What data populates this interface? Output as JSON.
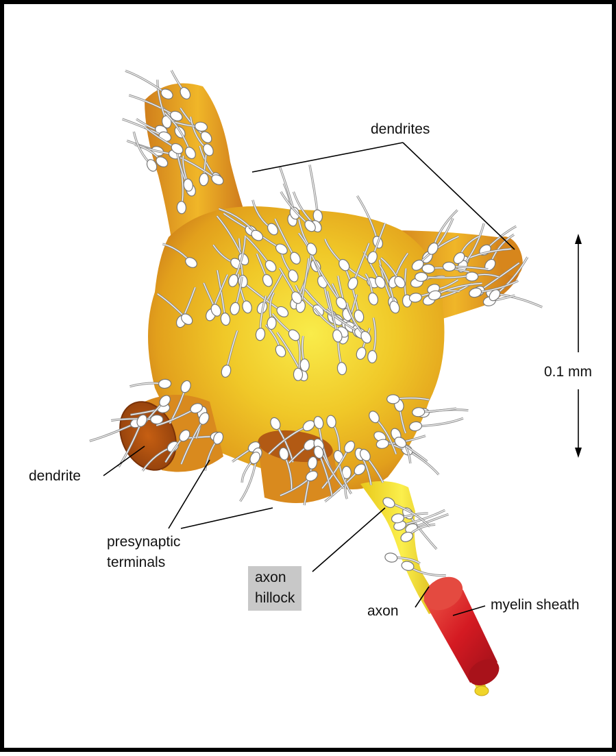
{
  "labels": {
    "dendrites": "dendrites",
    "dendrite": "dendrite",
    "presynaptic_line1": "presynaptic",
    "presynaptic_line2": "terminals",
    "axon_hillock_line1": "axon",
    "axon_hillock_line2": "hillock",
    "axon": "axon",
    "myelin_sheath": "myelin sheath",
    "scale": "0.1 mm"
  },
  "colors": {
    "cell_body": "#e9b21c",
    "cell_highlight": "#f6e23a",
    "cell_shadow": "#c8761c",
    "dendrite_cut": "#b2500e",
    "myelin": "#d21a22",
    "terminal_fill": "#ffffff",
    "terminal_stroke": "#8a8a8a",
    "hillock_box": "#c8c8c8"
  },
  "icons": {
    "scale": "double-arrow-vertical"
  }
}
